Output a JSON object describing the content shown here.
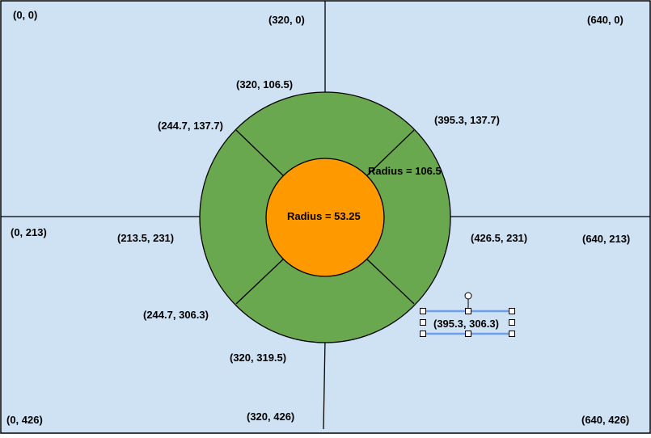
{
  "diagram": {
    "colors": {
      "background": "#cfe2f3",
      "ring": "#6aa84f",
      "core": "#ff9900",
      "stroke": "#000000",
      "selection": "#6d9eeb"
    },
    "corners": {
      "top_left": "(0, 0)",
      "top_right": "(640, 0)",
      "bottom_left": "(0, 426)",
      "bottom_right": "(640, 426)"
    },
    "axis_labels": {
      "top_center": "(320, 0)",
      "bottom_center": "(320, 426)",
      "left_center": "(0, 213)",
      "right_center": "(640, 213)"
    },
    "outer_circle_points": {
      "top": "(320, 106.5)",
      "top_left": "(244.7, 137.7)",
      "top_right": "(395.3, 137.7)",
      "left": "(213.5, 231)",
      "right": "(426.5, 231)",
      "bottom_left": "(244.7, 306.3)",
      "bottom": "(320, 319.5)",
      "bottom_right": "(395.3, 306.3)"
    },
    "radius_labels": {
      "outer": "Radius = 106.5",
      "inner": "Radius = 53.25"
    }
  }
}
